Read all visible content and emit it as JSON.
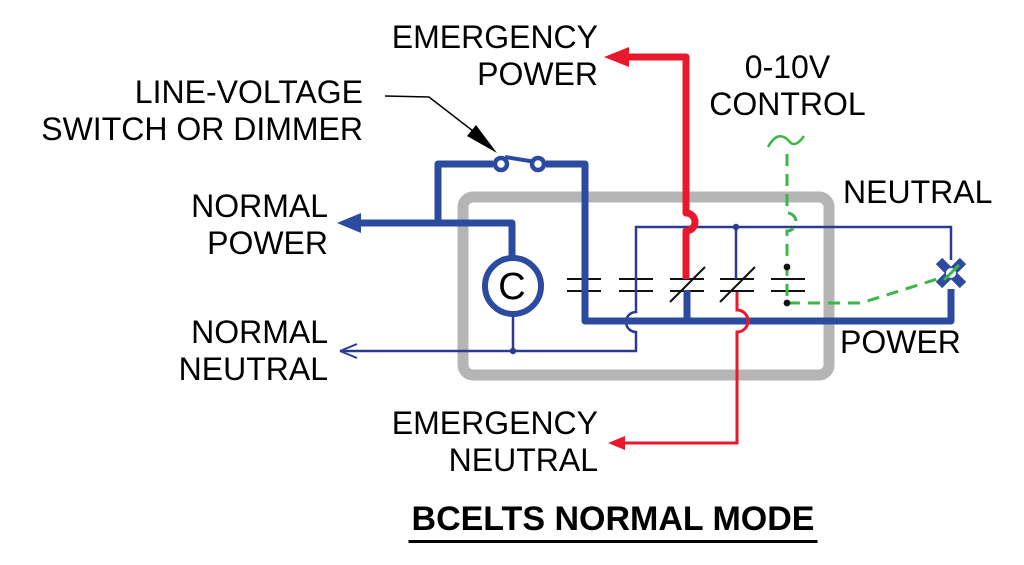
{
  "diagram": {
    "type": "electrical-wiring-schematic",
    "title": "BCELTS NORMAL MODE",
    "labels": {
      "emergency_power": {
        "line1": "EMERGENCY",
        "line2": "POWER"
      },
      "line_voltage_switch": {
        "line1": "LINE-VOLTAGE",
        "line2": "SWITCH OR DIMMER"
      },
      "normal_power": {
        "line1": "NORMAL",
        "line2": "POWER"
      },
      "control_0_10v": {
        "line1": "0-10V",
        "line2": "CONTROL"
      },
      "neutral_right": "NEUTRAL",
      "power_right": "POWER",
      "normal_neutral": {
        "line1": "NORMAL",
        "line2": "NEUTRAL"
      },
      "emergency_neutral": {
        "line1": "EMERGENCY",
        "line2": "NEUTRAL"
      },
      "controller_letter": "C"
    },
    "colors": {
      "normal_circuit_blue": "#2b4aa0",
      "neutral_thin_blue": "#2c3a90",
      "emergency_red": "#e8192d",
      "control_green": "#3cb649",
      "enclosure_gray": "#b5b5b5",
      "text_black": "#000000",
      "background_white": "#ffffff"
    }
  }
}
